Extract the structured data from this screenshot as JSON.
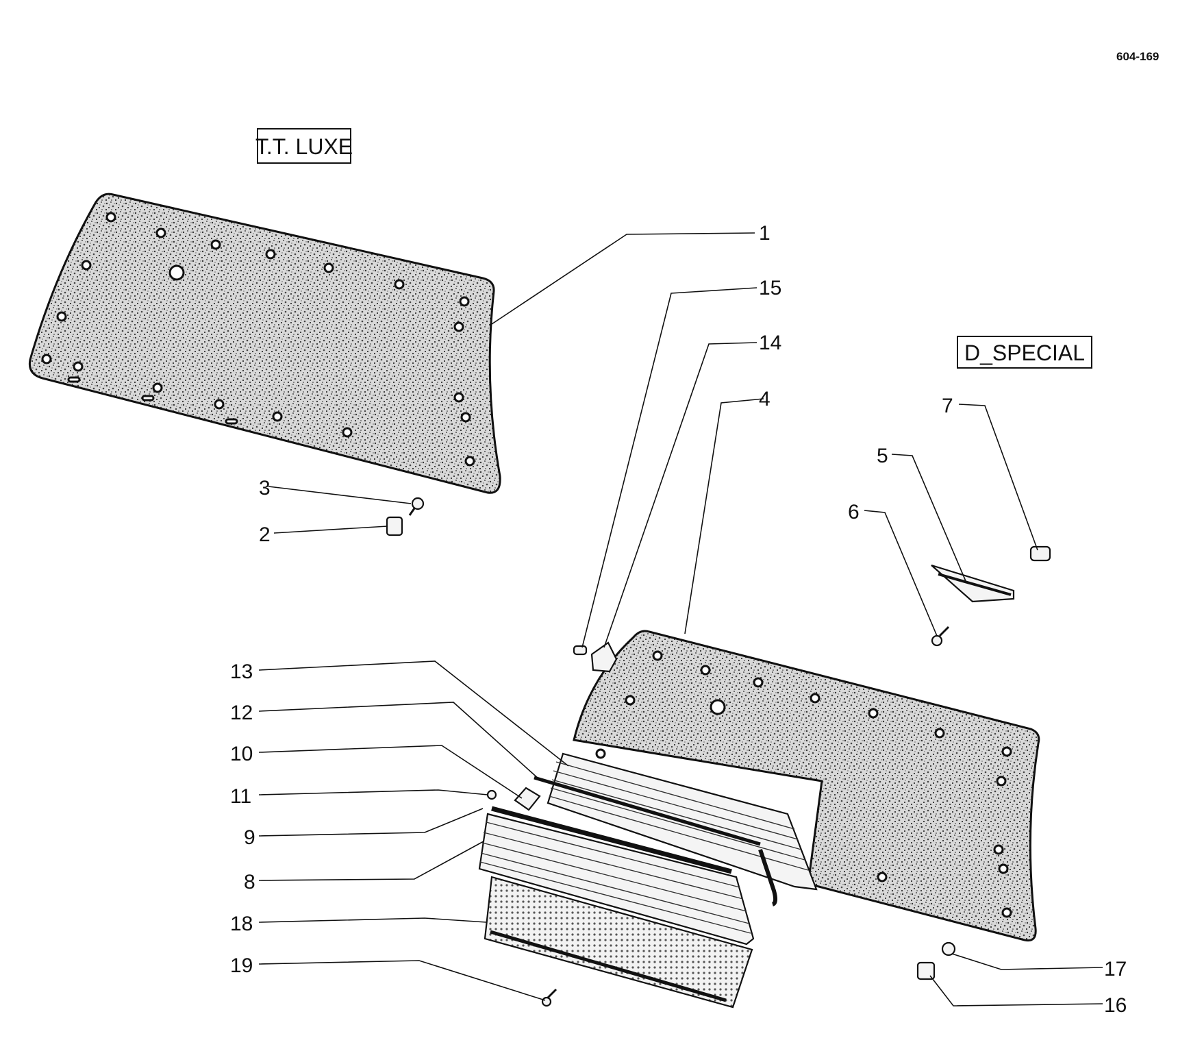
{
  "drawing": {
    "reference": "604-169",
    "variants": [
      {
        "key": "tt_luxe",
        "label": "T.T. LUXE"
      },
      {
        "key": "d_special",
        "label": "D_SPECIAL"
      }
    ]
  },
  "parts": [
    {
      "key": "p1",
      "number": "1"
    },
    {
      "key": "p2",
      "number": "2"
    },
    {
      "key": "p3",
      "number": "3"
    },
    {
      "key": "p4",
      "number": "4"
    },
    {
      "key": "p5",
      "number": "5"
    },
    {
      "key": "p6",
      "number": "6"
    },
    {
      "key": "p7",
      "number": "7"
    },
    {
      "key": "p8",
      "number": "8"
    },
    {
      "key": "p9",
      "number": "9"
    },
    {
      "key": "p10",
      "number": "10"
    },
    {
      "key": "p11",
      "number": "11"
    },
    {
      "key": "p12",
      "number": "12"
    },
    {
      "key": "p13",
      "number": "13"
    },
    {
      "key": "p14",
      "number": "14"
    },
    {
      "key": "p15",
      "number": "15"
    },
    {
      "key": "p16",
      "number": "16"
    },
    {
      "key": "p17",
      "number": "17"
    },
    {
      "key": "p18",
      "number": "18"
    },
    {
      "key": "p19",
      "number": "19"
    }
  ]
}
